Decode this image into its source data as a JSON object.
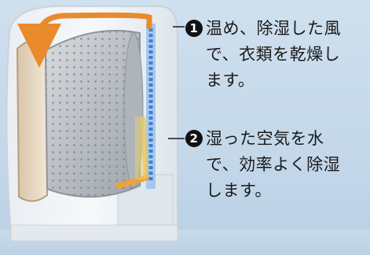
{
  "annotations": [
    {
      "number": "1",
      "lines": [
        "温め、除湿した風",
        "で、衣類を乾燥し",
        "ます。"
      ]
    },
    {
      "number": "2",
      "lines": [
        "湿った空気を水",
        "で、効率よく除湿",
        "します。"
      ]
    }
  ],
  "colors": {
    "background": "#c4d8ea",
    "warm_airflow": "#e98a2c",
    "cool_airflow": "#3f7fd6",
    "text": "#1a1a1a"
  }
}
